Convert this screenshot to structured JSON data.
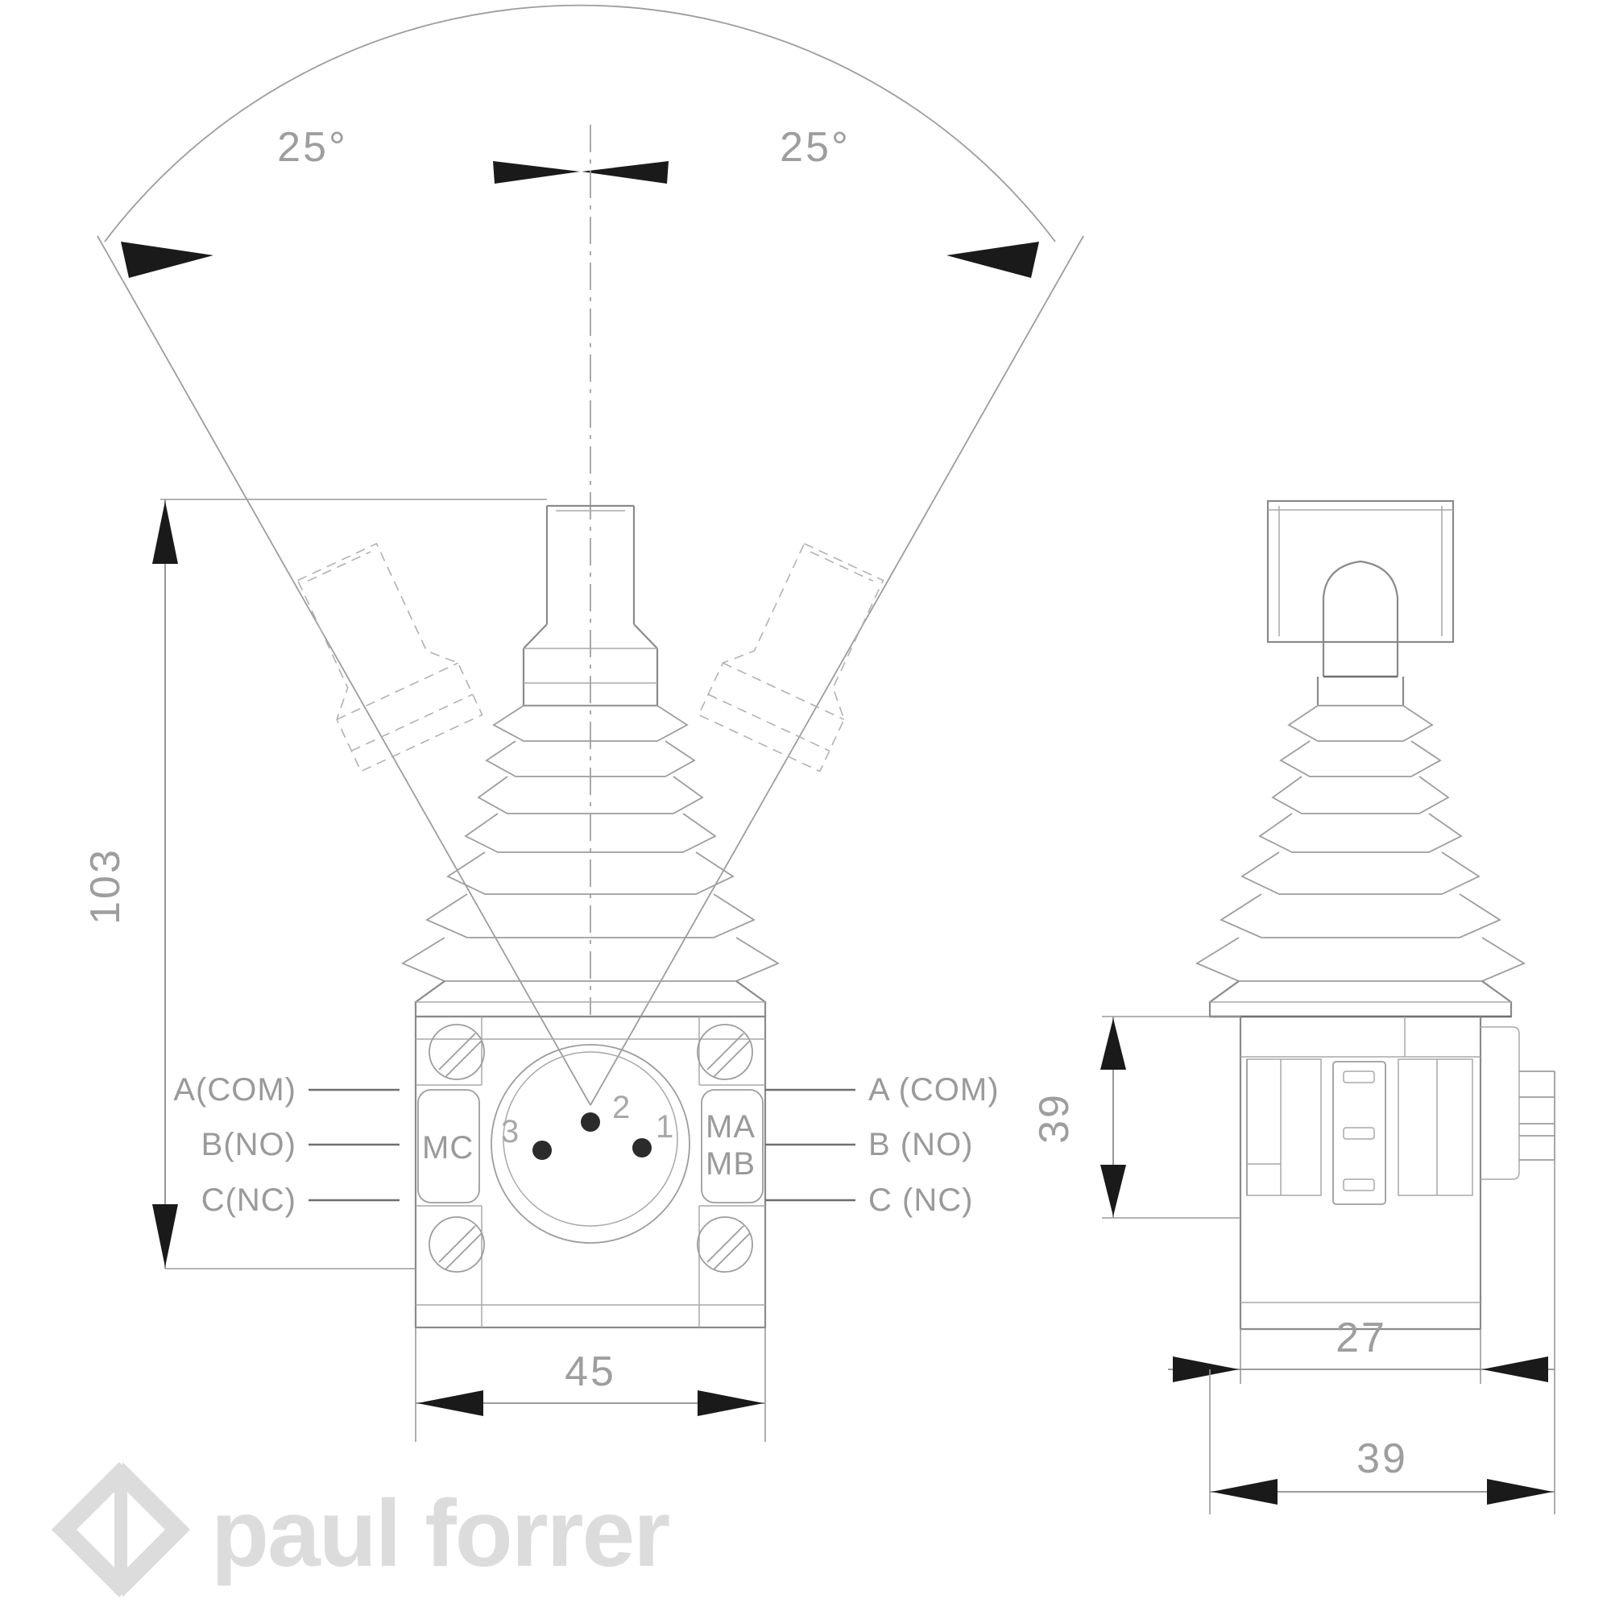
{
  "drawing": {
    "title": "Joystick controller dimensional drawing",
    "views": {
      "front": {
        "name": "front-view",
        "angle_left_label": "25°",
        "angle_right_label": "25°",
        "height_dim": "103",
        "width_dim": "45",
        "terminals_left": [
          {
            "label": "A(COM)"
          },
          {
            "label": "B(NO)"
          },
          {
            "label": "C(NC)"
          }
        ],
        "terminals_right": [
          {
            "label": "A (COM)"
          },
          {
            "label": "B (NO)"
          },
          {
            "label": "C (NC)"
          }
        ],
        "module_left": "MC",
        "module_right_top": "MA",
        "module_right_bottom": "MB",
        "pins": [
          {
            "label": "1"
          },
          {
            "label": "2"
          },
          {
            "label": "3"
          }
        ]
      },
      "side": {
        "name": "side-view",
        "height_dim": "39",
        "depth_dim": "27",
        "width_dim": "39"
      }
    }
  },
  "logo": {
    "text": "paul forrer",
    "icon": "diamond-logo-icon",
    "color": "#dcdcdc"
  },
  "colors": {
    "line": "#8a8a8a",
    "text": "#9a9a9a",
    "arrow": "#1a1a1a",
    "background": "#ffffff",
    "logo": "#dcdcdc"
  }
}
